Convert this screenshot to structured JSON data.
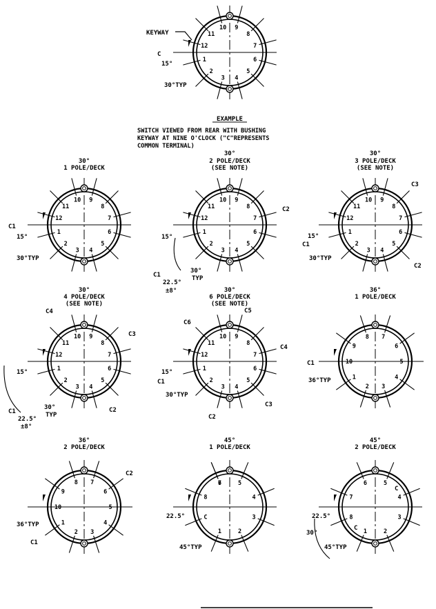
{
  "colors": {
    "ink": "#000000",
    "paper": "#ffffff"
  },
  "example": {
    "title": "EXAMPLE",
    "caption_lines": [
      "SWITCH VIEWED FROM REAR WITH BUSHING",
      "KEYWAY AT NINE O'CLOCK (\"C\"REPRESENTS",
      "COMMON TERMINAL)"
    ],
    "keyway_label": "KEYWAY",
    "common_label": "C",
    "angle_label": "15°",
    "typ_label": "30°TYP",
    "terminals": [
      "10",
      "9",
      "8",
      "7",
      "6",
      "5",
      "4",
      "3",
      "2",
      "1",
      "12",
      "11"
    ]
  },
  "diagrams": [
    {
      "id": "d30-1pole",
      "angle": "30°",
      "poles": "1 POLE/DECK",
      "note": "",
      "terminals": [
        "10",
        "9",
        "8",
        "7",
        "6",
        "5",
        "4",
        "3",
        "2",
        "1",
        "12",
        "11"
      ],
      "labels": [
        "C1",
        "15°",
        "30°TYP"
      ]
    },
    {
      "id": "d30-2pole",
      "angle": "30°",
      "poles": "2 POLE/DECK",
      "note": "(SEE NOTE)",
      "terminals": [
        "10",
        "9",
        "8",
        "7",
        "6",
        "5",
        "4",
        "3",
        "2",
        "1",
        "12",
        "11"
      ],
      "labels": [
        "C2",
        "15°",
        "C1",
        "22.5°",
        "±8°",
        "30°",
        "TYP"
      ]
    },
    {
      "id": "d30-3pole",
      "angle": "30°",
      "poles": "3 POLE/DECK",
      "note": "(SEE NOTE)",
      "terminals": [
        "10",
        "9",
        "8",
        "7",
        "6",
        "5",
        "4",
        "3",
        "2",
        "1",
        "12",
        "11"
      ],
      "labels": [
        "C3",
        "15°",
        "C1",
        "30°TYP",
        "C2"
      ]
    },
    {
      "id": "d30-4pole",
      "angle": "30°",
      "poles": "4 POLE/DECK",
      "note": "(SEE NOTE)",
      "terminals": [
        "10",
        "9",
        "8",
        "7",
        "6",
        "5",
        "4",
        "3",
        "2",
        "1",
        "12",
        "11"
      ],
      "labels": [
        "C4",
        "C3",
        "15°",
        "C1",
        "22.5°",
        "±8°",
        "30°",
        "TYP",
        "C2"
      ]
    },
    {
      "id": "d30-6pole",
      "angle": "30°",
      "poles": "6 POLE/DECK",
      "note": "(SEE NOTE)",
      "terminals": [
        "10",
        "9",
        "8",
        "7",
        "6",
        "5",
        "4",
        "3",
        "2",
        "1",
        "12",
        "11"
      ],
      "labels": [
        "C6",
        "C5",
        "C4",
        "15°",
        "C1",
        "30°TYP",
        "C3",
        "C2"
      ]
    },
    {
      "id": "d36-1pole",
      "angle": "36°",
      "poles": "1 POLE/DECK",
      "note": "",
      "terminals": [
        "8",
        "7",
        "6",
        "5",
        "4",
        "3",
        "2",
        "1",
        "10",
        "9"
      ],
      "labels": [
        "C1",
        "36°TYP"
      ]
    },
    {
      "id": "d36-2pole",
      "angle": "36°",
      "poles": "2 POLE/DECK",
      "note": "",
      "terminals": [
        "8",
        "7",
        "6",
        "5",
        "4",
        "3",
        "2",
        "1",
        "10",
        "9"
      ],
      "labels": [
        "C2",
        "36°TYP",
        "C1"
      ]
    },
    {
      "id": "d45-1pole",
      "angle": "45°",
      "poles": "1 POLE/DECK",
      "note": "",
      "terminals": [
        "6",
        "5",
        "4",
        "3",
        "2",
        "1",
        "C",
        "8",
        "7"
      ],
      "labels": [
        "22.5°",
        "45°TYP"
      ]
    },
    {
      "id": "d45-2pole",
      "angle": "45°",
      "poles": "2 POLE/DECK",
      "note": "",
      "terminals": [
        "6",
        "5",
        "4",
        "3",
        "2",
        "1",
        "8",
        "7"
      ],
      "labels": [
        "C",
        "22.5°",
        "30°",
        "C",
        "45°TYP"
      ]
    }
  ]
}
